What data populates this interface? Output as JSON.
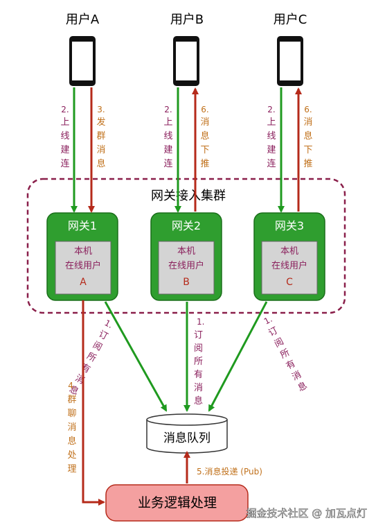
{
  "users": [
    {
      "label": "用户A"
    },
    {
      "label": "用户B"
    },
    {
      "label": "用户C"
    }
  ],
  "user_arrows": {
    "a_up": {
      "num": "2.",
      "chars": [
        "上",
        "线",
        "建",
        "连"
      ]
    },
    "a_down": {
      "num": "3.",
      "chars": [
        "发",
        "群",
        "消",
        "息"
      ]
    },
    "b_up": {
      "num": "2.",
      "chars": [
        "上",
        "线",
        "建",
        "连"
      ]
    },
    "b_push": {
      "num": "6.",
      "chars": [
        "消",
        "息",
        "下",
        "推"
      ]
    },
    "c_up": {
      "num": "2.",
      "chars": [
        "上",
        "线",
        "建",
        "连"
      ]
    },
    "c_push": {
      "num": "6.",
      "chars": [
        "消",
        "息",
        "下",
        "推"
      ]
    }
  },
  "cluster": {
    "title": "网关接入集群"
  },
  "gateways": [
    {
      "title": "网关1",
      "line1": "本机",
      "line2": "在线用户",
      "user": "A"
    },
    {
      "title": "网关2",
      "line1": "本机",
      "line2": "在线用户",
      "user": "B"
    },
    {
      "title": "网关3",
      "line1": "本机",
      "line2": "在线用户",
      "user": "C"
    }
  ],
  "subscribe": {
    "num": "1.",
    "chars": [
      "订",
      "阅",
      "所",
      "有",
      "消",
      "息"
    ]
  },
  "group_process": {
    "num": "4.",
    "chars": [
      "群",
      "聊",
      "消",
      "息",
      "处",
      "理"
    ]
  },
  "queue": {
    "label": "消息队列"
  },
  "pub_label": "5.消息投递 (Pub)",
  "logic": {
    "label": "业务逻辑处理"
  },
  "watermark": "掘金技术社区 @ 加瓦点灯",
  "colors": {
    "green": "#1f9a1f",
    "red": "#b52a1a",
    "label_purple": "#8a1f5c",
    "label_orange": "#c0701a",
    "gateway_fill": "#2f9e2f",
    "inner_fill": "#d4d4d4",
    "logic_fill": "#f4a0a0",
    "cluster_border": "#8a1f4a"
  }
}
